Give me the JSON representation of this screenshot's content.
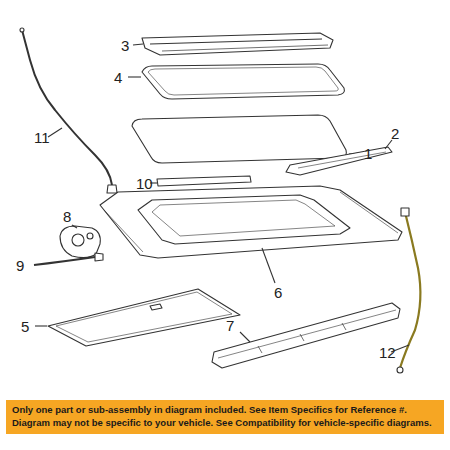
{
  "diagram": {
    "nodes": [
      {
        "text": [
          "Only one part or sub-assembly in diagram included. See Item Specifics for Reference #. Diagram may not be specific to your vehicle. See Compatibility for vehicle-specific diagrams."
        ]
      }
    ],
    "edges": [],
    "labels": [
      "3",
      "4",
      "11",
      "1",
      "2",
      "10",
      "8",
      "9",
      "6",
      "5",
      "7",
      "12"
    ]
  }
}
